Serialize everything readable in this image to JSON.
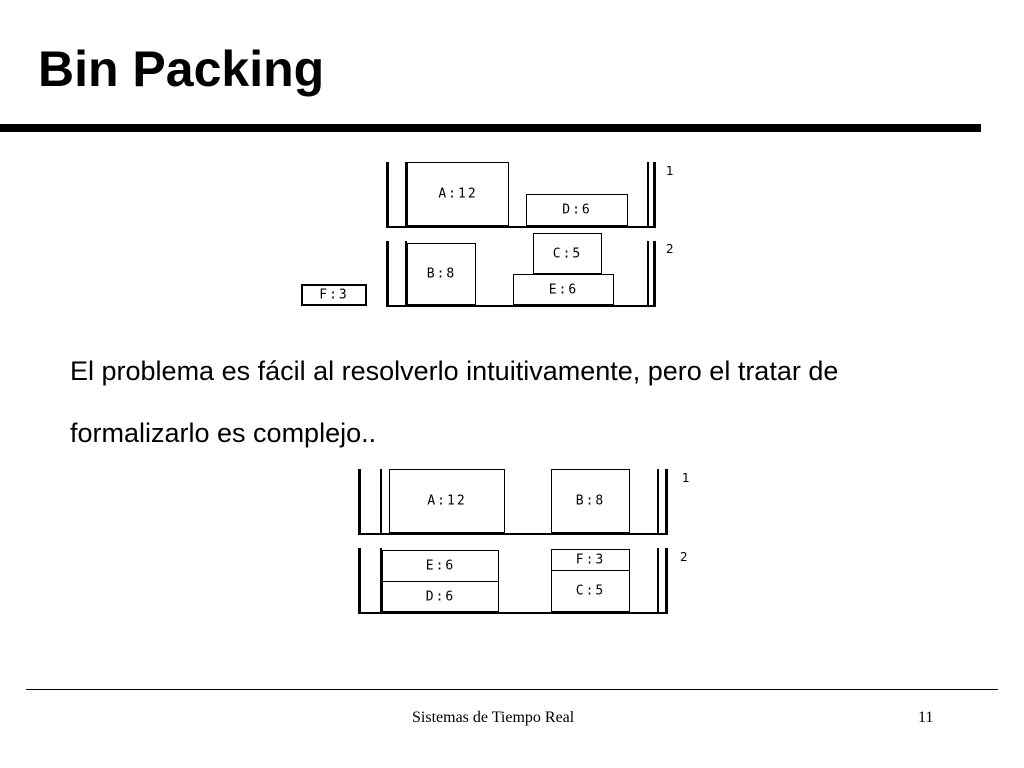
{
  "slide": {
    "title": "Bin Packing",
    "body_text": "El problema es fácil al resolverlo intuitivamente, pero el tratar de formalizarlo es complejo..",
    "footer_text": "Sistemas de Tiempo Real",
    "page_number": "11"
  },
  "diagram_top": {
    "bins": [
      {
        "label": "1",
        "items": [
          "A:12",
          "D:6"
        ]
      },
      {
        "label": "2",
        "items": [
          "B:8",
          "C:5",
          "E:6"
        ]
      }
    ],
    "outside_item": "F:3"
  },
  "diagram_bottom": {
    "bins": [
      {
        "label": "1",
        "items": [
          "A:12",
          "B:8"
        ]
      },
      {
        "label": "2",
        "items": [
          "E:6",
          "D:6",
          "F:3",
          "C:5"
        ]
      }
    ]
  }
}
